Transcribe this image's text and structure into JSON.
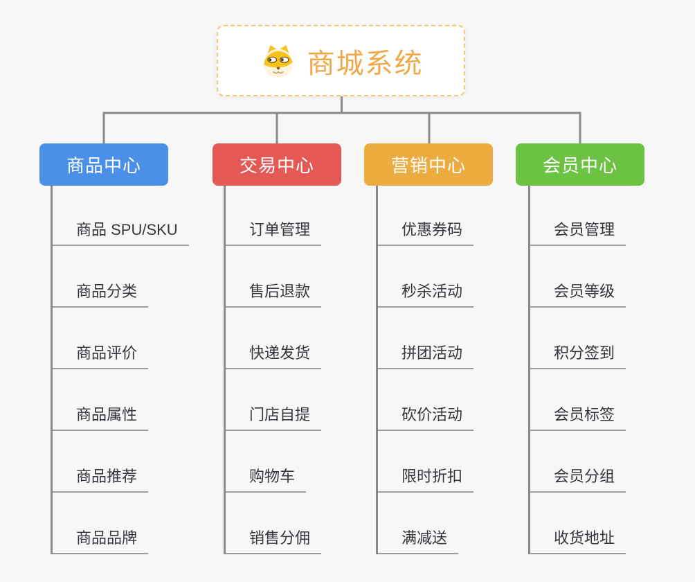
{
  "canvas": {
    "background": "#F7F7F7",
    "connector_color": "#8A8A8A",
    "underline_color": "#9C9C9C"
  },
  "root": {
    "title": "商城系统",
    "icon": "doge-icon",
    "title_color": "#F0A94A",
    "border_color": "#F7C577"
  },
  "branches": [
    {
      "label": "商品中心",
      "color": "#4A90E8",
      "children": [
        "商品 SPU/SKU",
        "商品分类",
        "商品评价",
        "商品属性",
        "商品推荐",
        "商品品牌"
      ]
    },
    {
      "label": "交易中心",
      "color": "#E55955",
      "children": [
        "订单管理",
        "售后退款",
        "快递发货",
        "门店自提",
        "购物车",
        "销售分佣"
      ]
    },
    {
      "label": "营销中心",
      "color": "#ECAC40",
      "children": [
        "优惠券码",
        "秒杀活动",
        "拼团活动",
        "砍价活动",
        "限时折扣",
        "满减送"
      ]
    },
    {
      "label": "会员中心",
      "color": "#6CC243",
      "children": [
        "会员管理",
        "会员等级",
        "积分签到",
        "会员标签",
        "会员分组",
        "收货地址"
      ]
    }
  ]
}
